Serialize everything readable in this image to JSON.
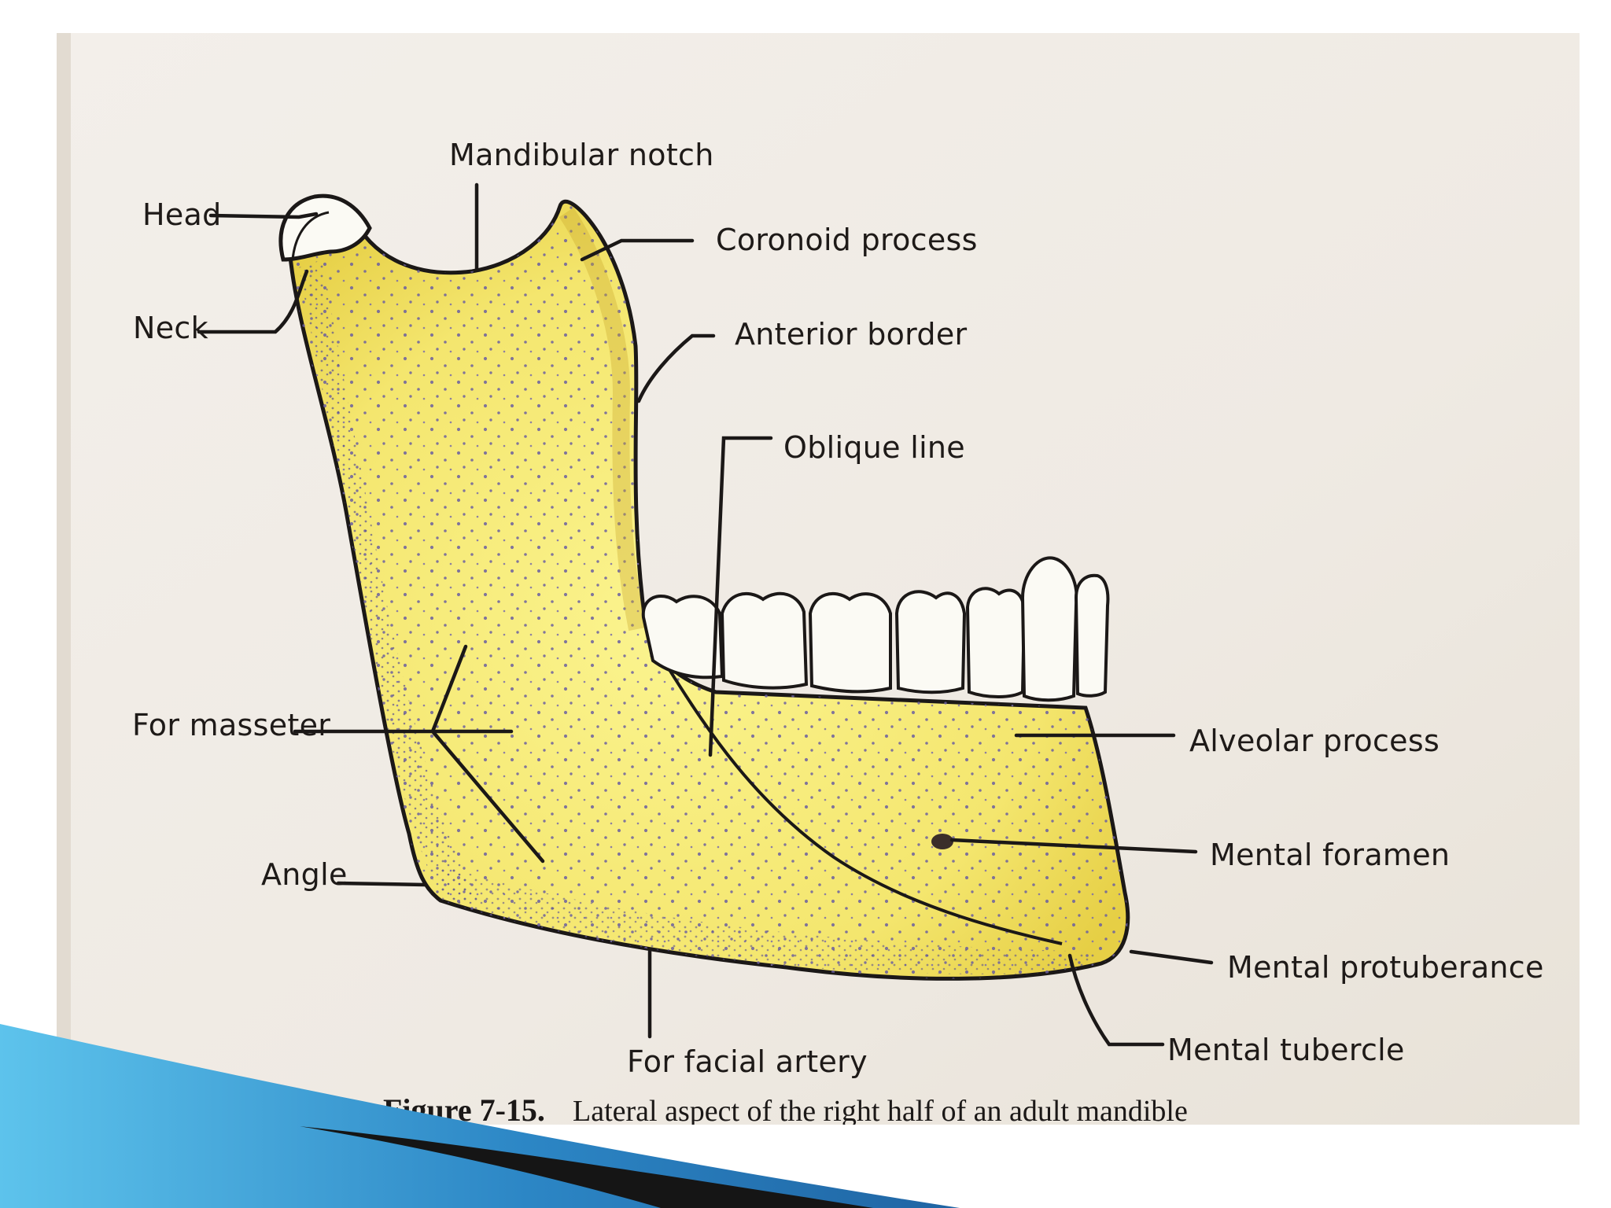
{
  "figure": {
    "labels": {
      "mandibular_notch": "Mandibular notch",
      "head": "Head",
      "coronoid_process": "Coronoid process",
      "neck": "Neck",
      "anterior_border": "Anterior border",
      "oblique_line": "Oblique line",
      "for_masseter": "For masseter",
      "alveolar_process": "Alveolar process",
      "mental_foramen": "Mental foramen",
      "angle": "Angle",
      "mental_protuberance": "Mental protuberance",
      "mental_tubercle": "Mental tubercle",
      "for_facial_artery": "For facial artery"
    },
    "caption": {
      "number": "Figure 7-15.",
      "text": "Lateral aspect of the right half of an adult mandible"
    },
    "colors": {
      "page": "#f1ece6",
      "bone": "#f5ea7a",
      "bone_shade": "#e9c83c",
      "stipple": "#6b5fa0",
      "tooth": "#fbfaf4",
      "ink": "#1b1817",
      "slide_blue": "#2f88c4",
      "slide_black": "#151515"
    }
  }
}
